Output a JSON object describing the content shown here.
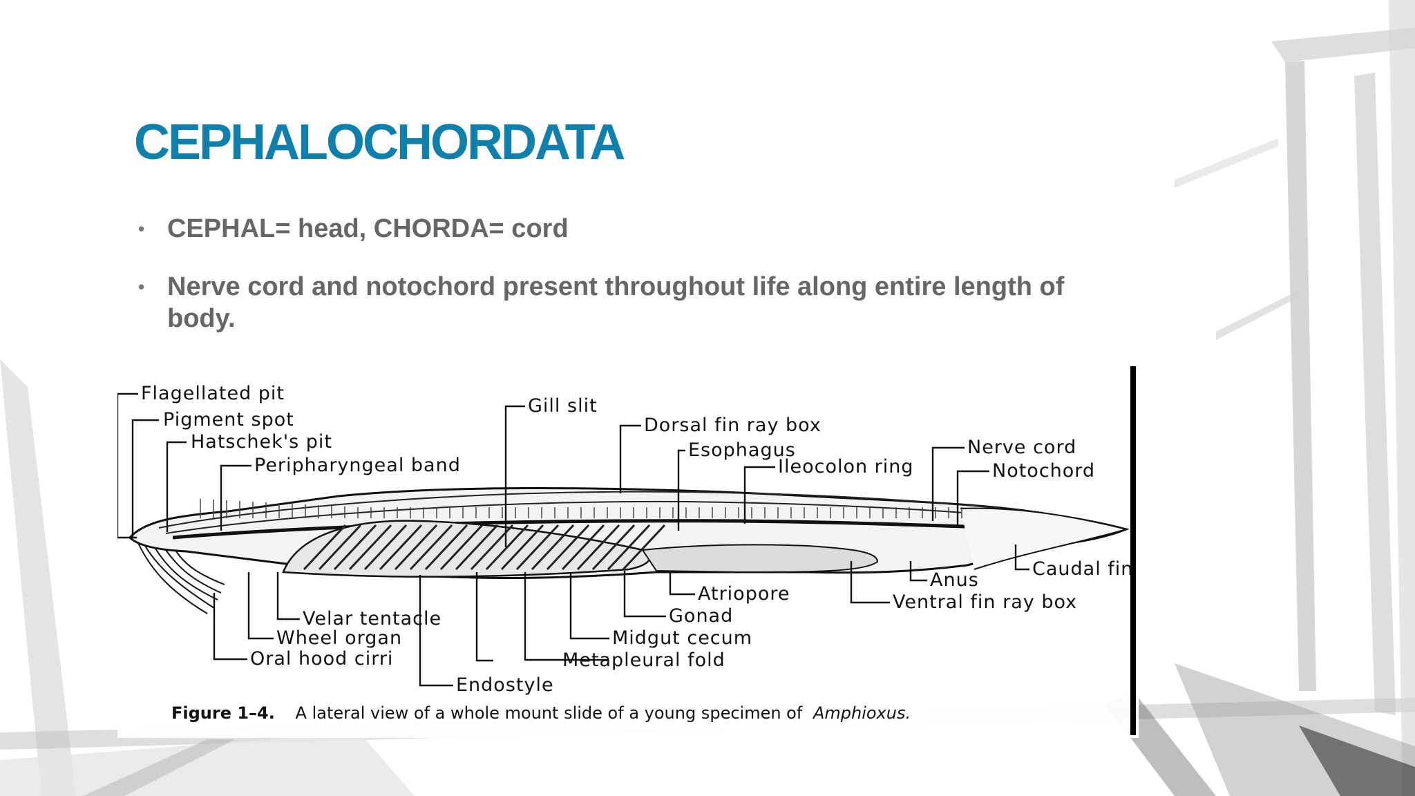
{
  "slide": {
    "title": "CEPHALOCHORDATA",
    "bullets": [
      "CEPHAL= head, CHORDA= cord",
      "Nerve cord and notochord present throughout life along entire length of body."
    ]
  },
  "figure": {
    "labels": {
      "flagellated_pit": "Flagellated pit",
      "pigment_spot": "Pigment spot",
      "hatscheks_pit": "Hatschek's pit",
      "peripharyngeal_band": "Peripharyngeal band",
      "gill_slit": "Gill slit",
      "dorsal_fin_ray_box": "Dorsal fin ray box",
      "esophagus": "Esophagus",
      "ileocolon_ring": "Ileocolon ring",
      "nerve_cord": "Nerve cord",
      "notochord": "Notochord",
      "caudal_fin": "Caudal fin",
      "anus": "Anus",
      "ventral_fin_ray_box": "Ventral fin ray box",
      "atriopore": "Atriopore",
      "gonad": "Gonad",
      "midgut_cecum": "Midgut cecum",
      "metapleural_fold": "Metapleural fold",
      "endostyle": "Endostyle",
      "velar_tentacle": "Velar tentacle",
      "wheel_organ": "Wheel organ",
      "oral_hood_cirri": "Oral hood cirri"
    },
    "caption": {
      "number": "Figure 1–4.",
      "text": "A lateral view of a whole mount slide of a young specimen of",
      "organism": "Amphioxus."
    }
  }
}
